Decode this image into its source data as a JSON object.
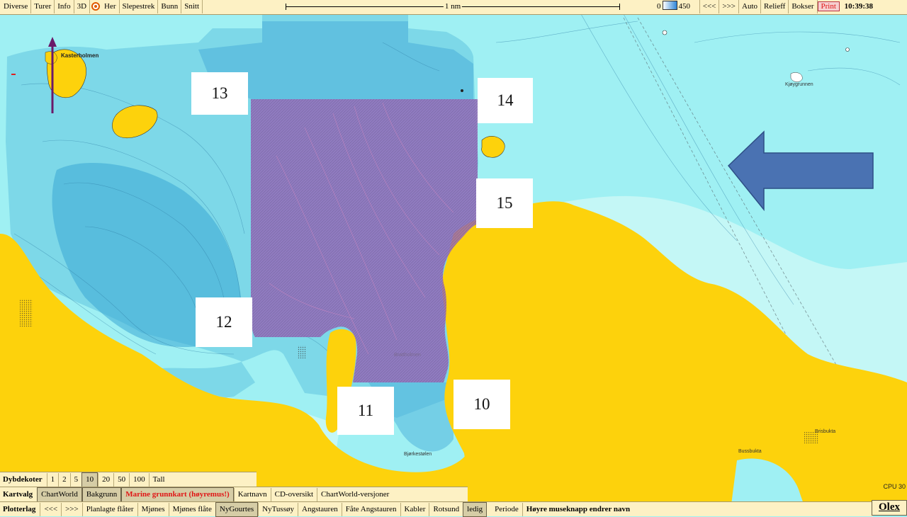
{
  "toolbar": {
    "left_buttons": [
      "Diverse",
      "Turer",
      "Info",
      "3D",
      "Her",
      "Slepestrek",
      "Bunn",
      "Snitt"
    ],
    "scale_label": "1 nm",
    "depth_min": "0",
    "depth_max": "450",
    "right_buttons": [
      "<<<",
      ">>>",
      "Auto",
      "Relieff",
      "Bokser"
    ],
    "print_label": "Print",
    "clock": "10:39:38"
  },
  "map": {
    "area_labels": {
      "label_10": "10",
      "label_11": "11",
      "label_12": "12",
      "label_13": "13",
      "label_14": "14",
      "label_15": "15"
    },
    "place_names": {
      "kasterholmen": "Kasterholmen",
      "kjoy": "Kjøygrunnen",
      "bjorkestolen": "Bjørkestølen",
      "brattholmen": "Brattholmen",
      "bussbukta": "Bussbukta",
      "brisbukta": "Brisbukta"
    },
    "colors": {
      "sea": "#9ff0f3",
      "land": "#fdd20c",
      "survey_area": "#9566b7",
      "arrow": "#4a72b2",
      "north_arrow": "#6a1a6a"
    }
  },
  "dybdekoter": {
    "title": "Dybdekoter",
    "options": [
      "1",
      "2",
      "5",
      "10",
      "20",
      "50",
      "100",
      "Tall"
    ],
    "selected": "10"
  },
  "kartvalg": {
    "title": "Kartvalg",
    "options": [
      "ChartWorld",
      "Bakgrunn",
      "Marine grunnkart (høyremus!)",
      "Kartnavn",
      "CD-oversikt",
      "ChartWorld-versjoner"
    ]
  },
  "plotterlag": {
    "title": "Plotterlag",
    "options": [
      "<<<",
      ">>>",
      "Planlagte flåter",
      "Mjønes",
      "Mjønes flåte",
      "NyGourtes",
      "NyTussøy",
      "Angstauren",
      "Fåte Angstauren",
      "Kabler",
      "Rotsund",
      "ledig",
      "Periode",
      "Høyre museknapp endrer navn"
    ]
  },
  "status": {
    "cpu": "CPU 30",
    "brand": "Olex"
  }
}
